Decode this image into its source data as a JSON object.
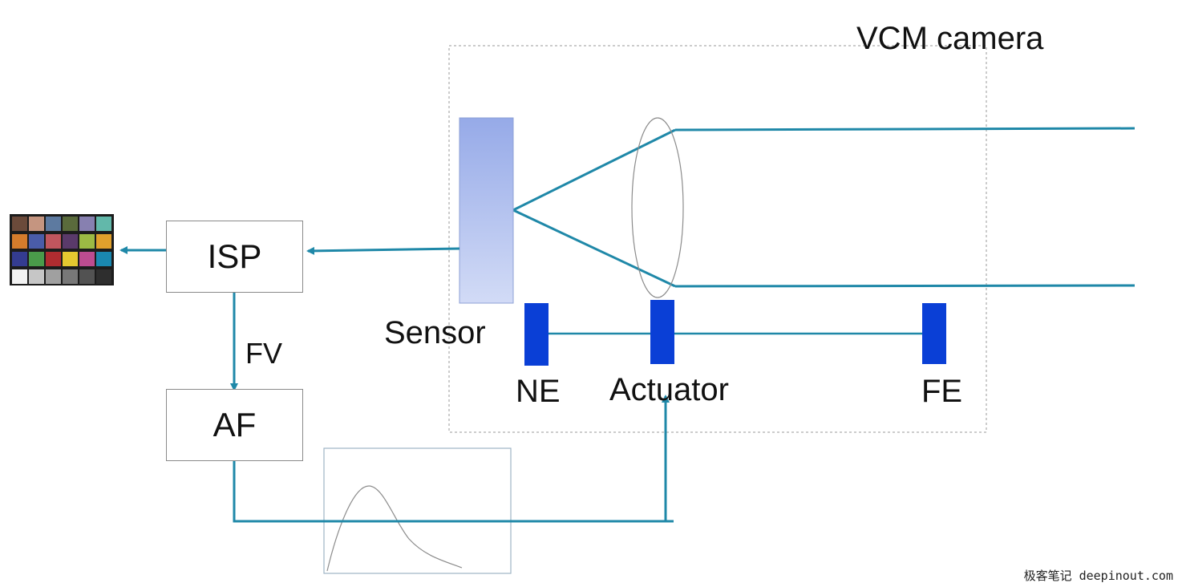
{
  "camera_label": "VCM camera",
  "sensor_label": "Sensor",
  "isp_label": "ISP",
  "af_label": "AF",
  "fv_label": "FV",
  "ne_label": "NE",
  "actuator_label": "Actuator",
  "fe_label": "FE",
  "watermark": "极客笔记 deepinout.com",
  "colors": {
    "line": "#1f88a8",
    "sensor": "#9fb2ea",
    "actuator_block": "#0a3fd6",
    "dashed_border": "#9a9a9a",
    "box_border": "#8a8a8a",
    "curve_box_border": "#9eb4c4"
  },
  "color_checker": [
    [
      "#6b4a3a",
      "#c59580",
      "#5d7aa0",
      "#5a6b3c",
      "#8780b0",
      "#62b8aa"
    ],
    [
      "#d47c2c",
      "#4a5ca8",
      "#c0565e",
      "#5a3a6a",
      "#9cba44",
      "#e0a02c"
    ],
    [
      "#343c90",
      "#4a9a4a",
      "#b02c30",
      "#e4c830",
      "#bc4c90",
      "#1a88b0"
    ],
    [
      "#f2f2f2",
      "#c6c6c6",
      "#a0a0a0",
      "#787878",
      "#525252",
      "#2e2e2e"
    ]
  ]
}
